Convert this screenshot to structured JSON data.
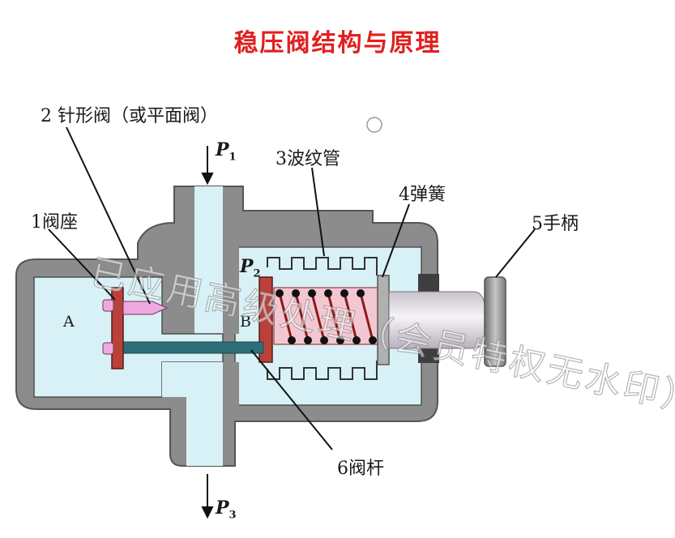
{
  "title": "稳压阀结构与原理",
  "labels": {
    "needle_valve": "2 针形阀（或平面阀）",
    "bellows": "3波纹管",
    "spring": "4弹簧",
    "valve_seat": "1阀座",
    "handle": "5手柄",
    "valve_stem": "6阀杆",
    "chamber_a": "A",
    "chamber_b": "B",
    "p1": "P",
    "p1_sub": "1",
    "p2": "P",
    "p2_sub": "2",
    "p3": "P",
    "p3_sub": "3"
  },
  "colors": {
    "title": "#e02020",
    "body": "#8c8c8c",
    "body_edge": "#555555",
    "chamber": "#d8f1f6",
    "valve_seat": "#b8423a",
    "needle": "#f0a8e0",
    "stem": "#2e6e78",
    "spring_coil": "#8a1a1a",
    "rod": "#e8e4ea",
    "handle": "#9a9a9a",
    "watermark": "#ffffff"
  },
  "watermark": "已应用高级处理（会员特权无水印）"
}
